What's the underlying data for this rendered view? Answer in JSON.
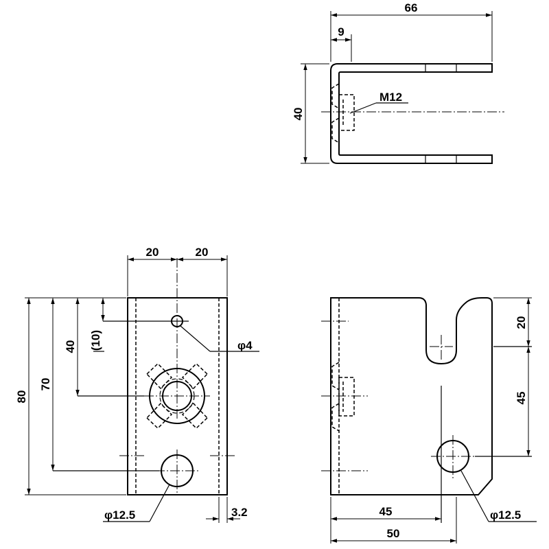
{
  "top_view": {
    "dim_width": "66",
    "dim_offset": "9",
    "dim_height": "40",
    "thread_label": "M12"
  },
  "front_view": {
    "dim_left_col": "20",
    "dim_right_col": "20",
    "dim_total_height": "80",
    "dim_lower_hole": "70",
    "dim_center_hole": "40",
    "dim_small_hole": "(10)",
    "small_hole_label": "φ4",
    "lower_hole_label": "φ12.5",
    "dim_thickness": "3.2"
  },
  "side_view": {
    "dim_slot_depth": "20",
    "dim_hole_spacing": "45",
    "dim_hole_from_left": "45",
    "dim_total_width": "50",
    "hole_label": "φ12.5"
  }
}
